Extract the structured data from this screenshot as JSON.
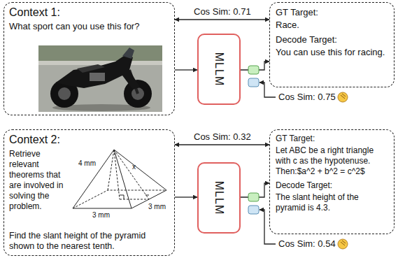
{
  "diagram": {
    "nodes": [
      {
        "text": [
          "Context 1:",
          "What sport can you use this for?"
        ]
      },
      {
        "text": [
          "MLLM"
        ]
      },
      {
        "text": [
          "GT Target:",
          "Race.",
          "Decode Target:",
          "You can use this for racing."
        ]
      },
      {
        "text": [
          "Context 2:",
          "Retrieve relevant theorems that are involved in solving the problem.",
          "Find the slant height of the pyramid shown to the nearest tenth."
        ]
      },
      {
        "text": [
          "MLLM"
        ]
      },
      {
        "text": [
          "GT Target:",
          "Let ABC be a right triangle with c as the hypotenuse. Then:$a^2 + b^2 = c^2$",
          "Decode Target:",
          "The slant height of the pyramid is 4.3."
        ]
      }
    ],
    "edges": [
      {
        "from": 0,
        "to": 2,
        "arrow": "both",
        "label": "Cos Sim: 0.71"
      },
      {
        "from": 0,
        "to": 1,
        "arrow": "to"
      },
      {
        "from": 1,
        "to": 2,
        "arrow": "to"
      },
      {
        "from": 3,
        "to": 5,
        "arrow": "both",
        "label": "Cos Sim: 0.32"
      },
      {
        "from": 3,
        "to": 4,
        "arrow": "to"
      },
      {
        "from": 4,
        "to": 5,
        "arrow": "to"
      }
    ],
    "labels": [
      "Cos Sim: 0.75",
      "4 mm",
      "x",
      "3 mm",
      "3 mm",
      "Cos Sim: 0.54"
    ]
  }
}
